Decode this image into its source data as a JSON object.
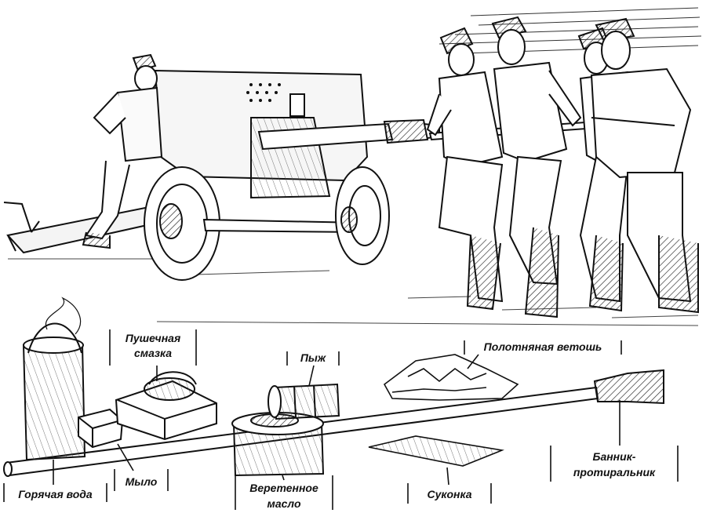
{
  "labels": {
    "pushechnaya_line1": "Пушечная",
    "pushechnaya_line2": "смазка",
    "pyzh": "Пыж",
    "polotnyanaya": "Полотняная ветошь",
    "goryachaya": "Горячая вода",
    "mylo": "Мыло",
    "veretennoe_line1": "Веретенное",
    "veretennoe_line2": "масло",
    "sukonka": "Суконка",
    "bannik_line1": "Банник-",
    "bannik_line2": "протиральник"
  },
  "colors": {
    "ink": "#111111",
    "paper": "#ffffff"
  }
}
